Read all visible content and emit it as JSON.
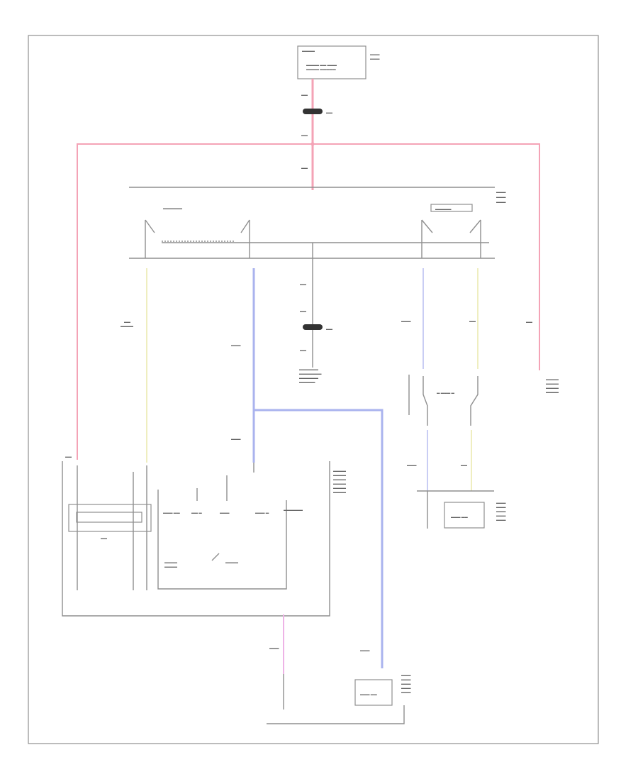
{
  "diagram": {
    "colors": {
      "power": "#f4a3b6",
      "signal_blue": "#aab3ee",
      "signal_light_blue": "#c9cdf4",
      "signal_yellow": "#efeec0",
      "signal_pink": "#eeb3e6",
      "frame": "#8f8f8f"
    },
    "footer": "",
    "components": [
      {
        "id": "power-source",
        "label": ""
      },
      {
        "id": "fuse-top",
        "label": ""
      },
      {
        "id": "fuse-mid",
        "label": ""
      },
      {
        "id": "splice-bus-top",
        "label": ""
      },
      {
        "id": "switch-left",
        "label": ""
      },
      {
        "id": "switch-right",
        "label": ""
      },
      {
        "id": "control-module",
        "label": ""
      },
      {
        "id": "relay-left",
        "label": ""
      },
      {
        "id": "motor-right",
        "label": ""
      },
      {
        "id": "motor-bottom",
        "label": ""
      }
    ]
  }
}
